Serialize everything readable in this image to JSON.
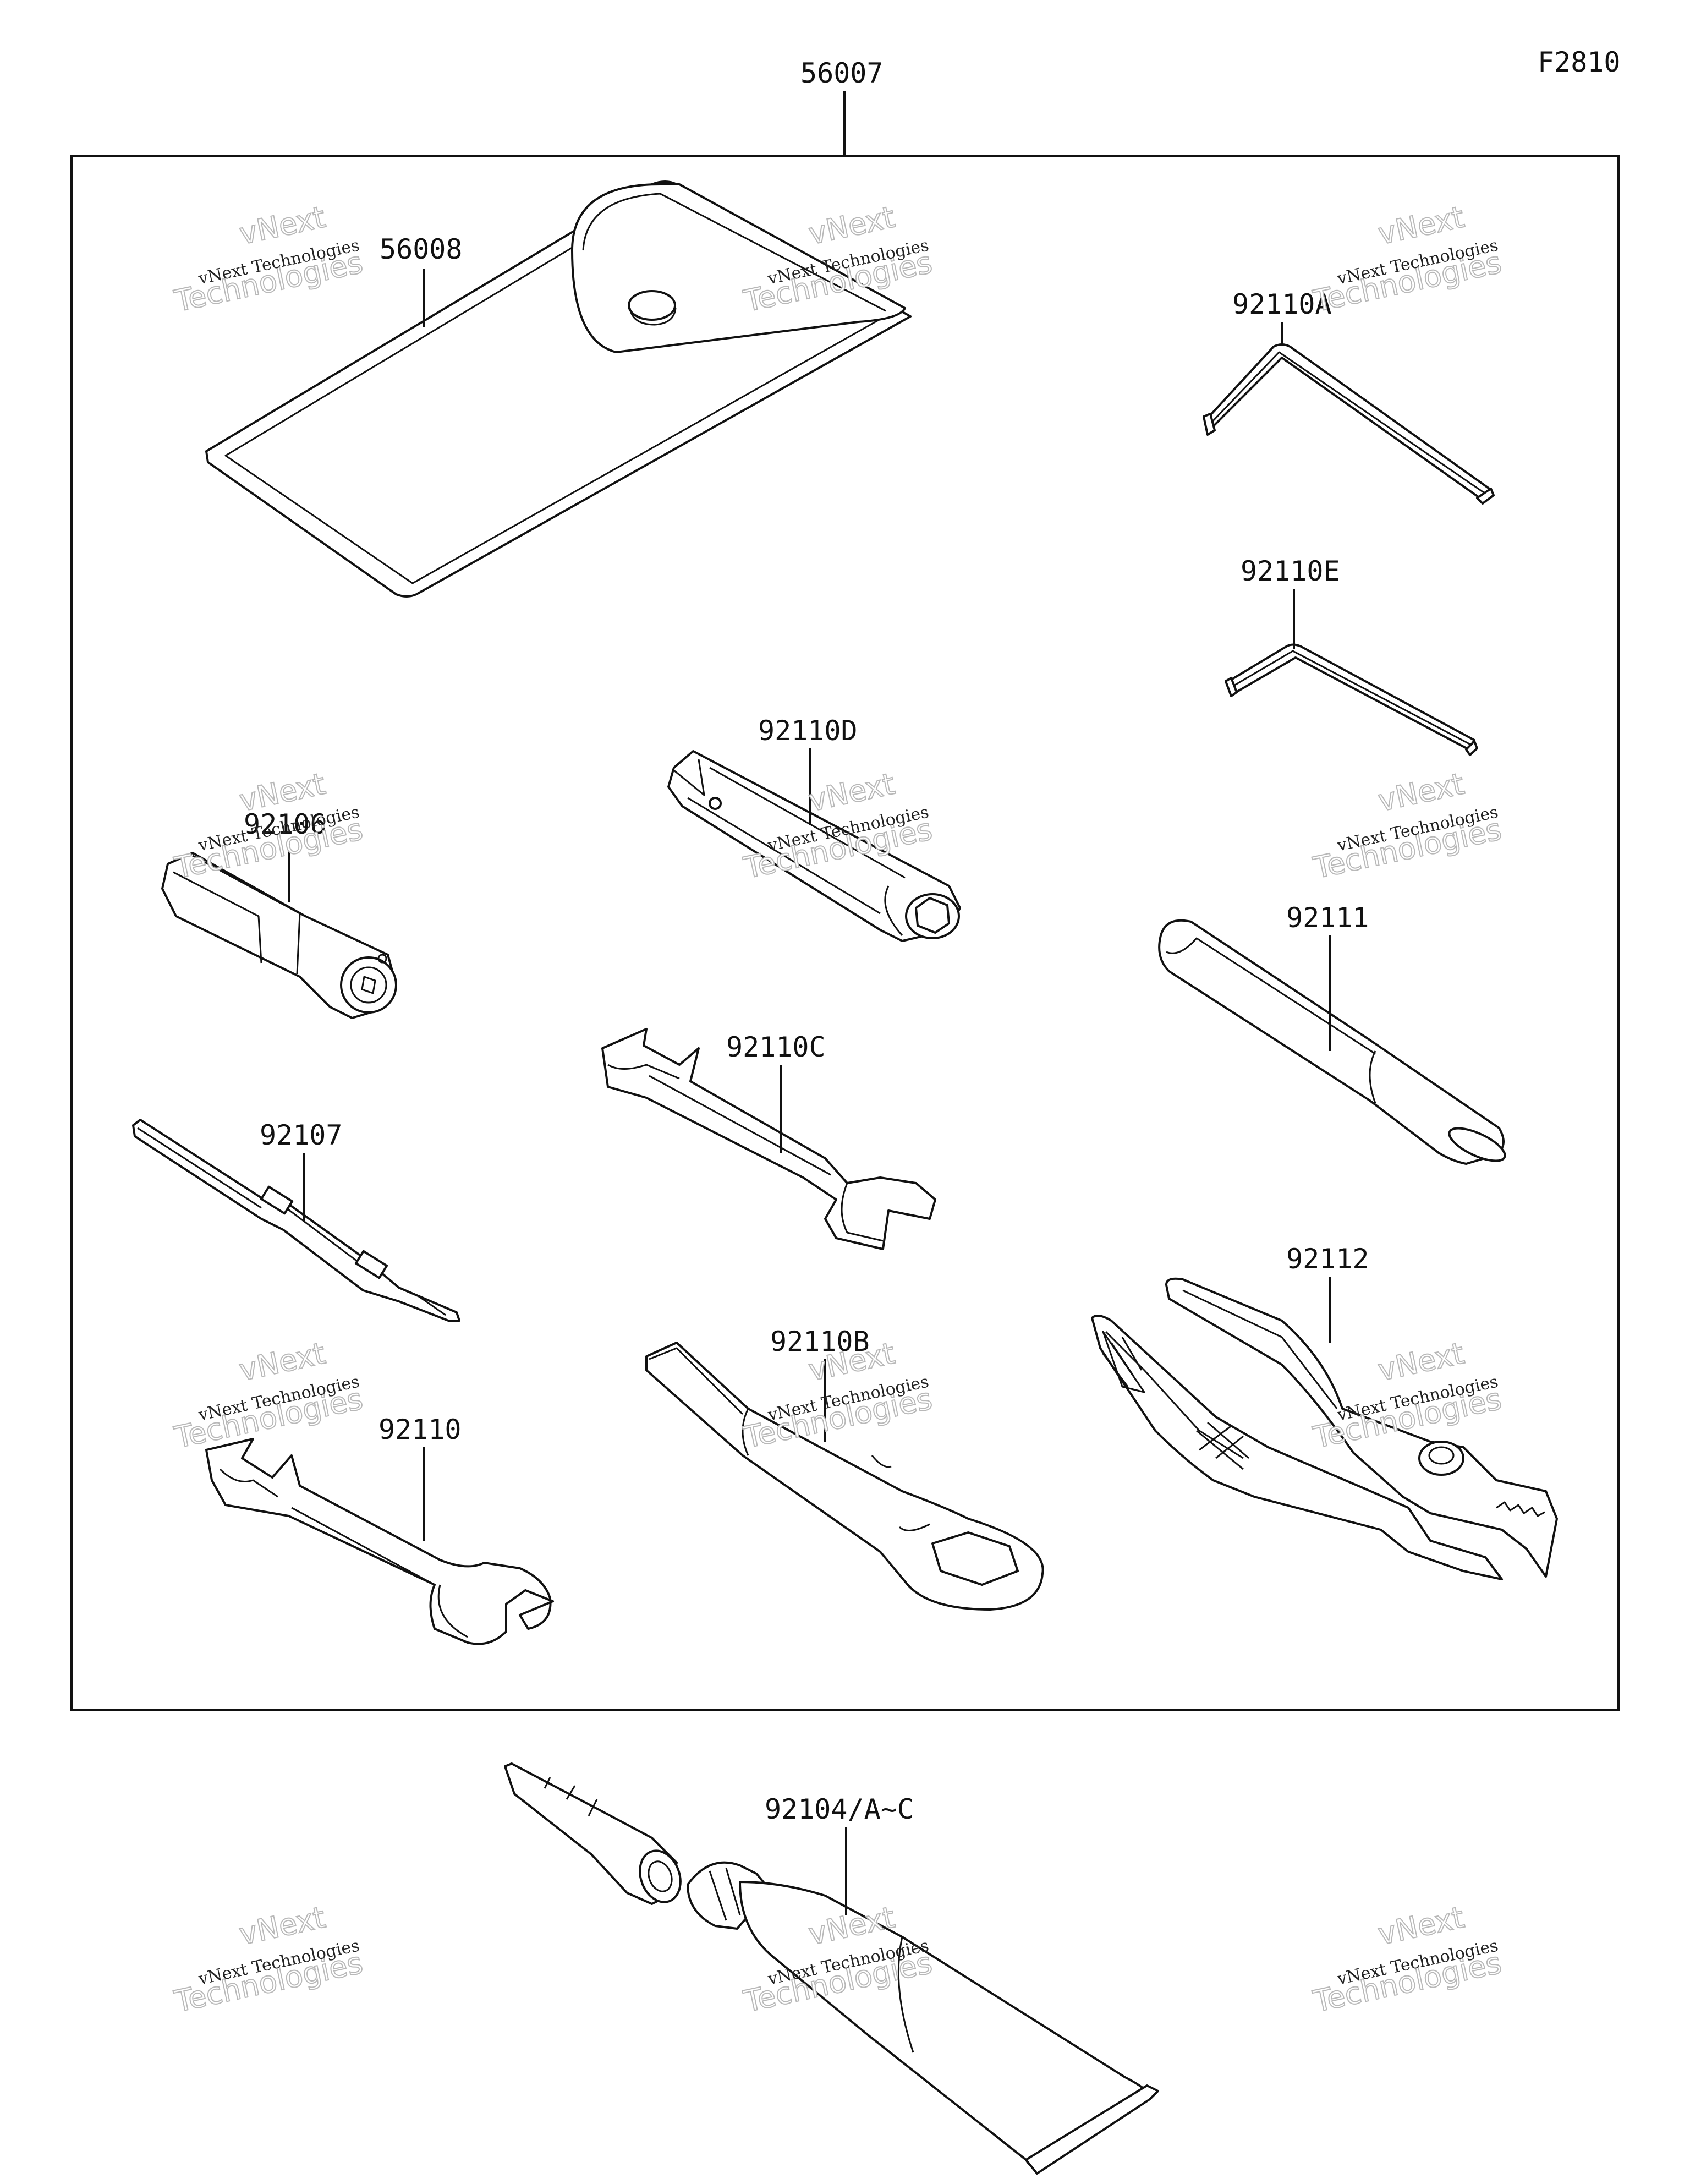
{
  "figure_code": "F2810",
  "callouts": {
    "kit": "56007",
    "case": "56008",
    "hex_wrench_a": "92110A",
    "hex_wrench_e": "92110E",
    "socket_wrench_d": "92110D",
    "spark_plug_socket": "92106",
    "wrench_c": "92110C",
    "handle_bar": "92111",
    "screwdriver": "92107",
    "pliers": "92112",
    "wrench_b": "92110B",
    "wrench": "92110",
    "grease": "92104/A~C"
  },
  "watermark": {
    "line1": "vNext Technologies",
    "line2": "vNext",
    "line3": "Technologies"
  }
}
